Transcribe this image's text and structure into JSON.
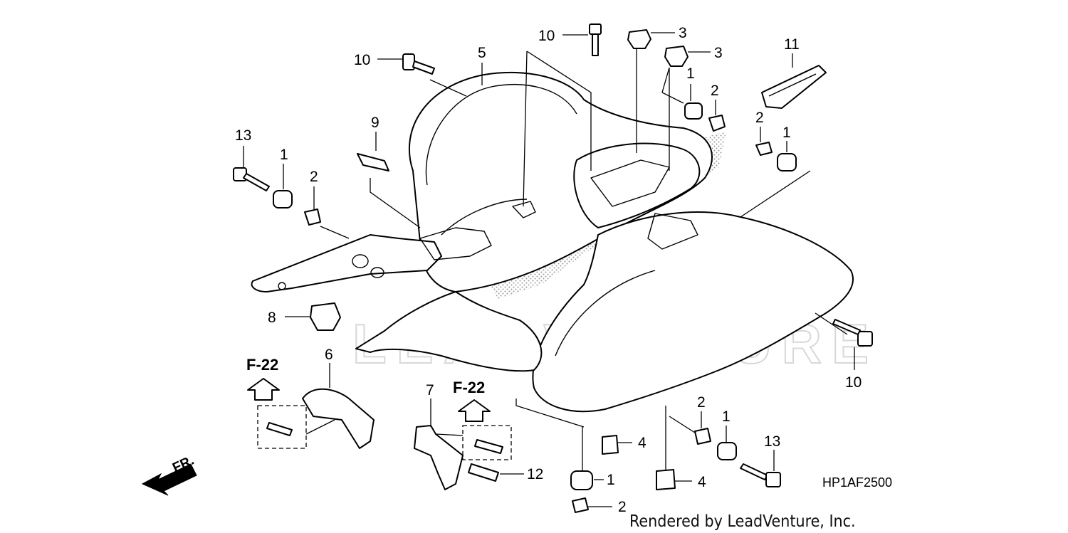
{
  "diagram": {
    "drawing_code": "HP1AF2500",
    "credit": "Rendered by LeadVenture, Inc.",
    "watermark": "LEADVENTURE",
    "direction_label": "FR.",
    "reference_labels": [
      "F-22",
      "F-22"
    ],
    "callouts": [
      "10",
      "10",
      "10",
      "5",
      "3",
      "3",
      "11",
      "1",
      "2",
      "2",
      "1",
      "13",
      "1",
      "2",
      "9",
      "8",
      "6",
      "7",
      "12",
      "4",
      "4",
      "1",
      "2",
      "2",
      "1",
      "13"
    ]
  }
}
